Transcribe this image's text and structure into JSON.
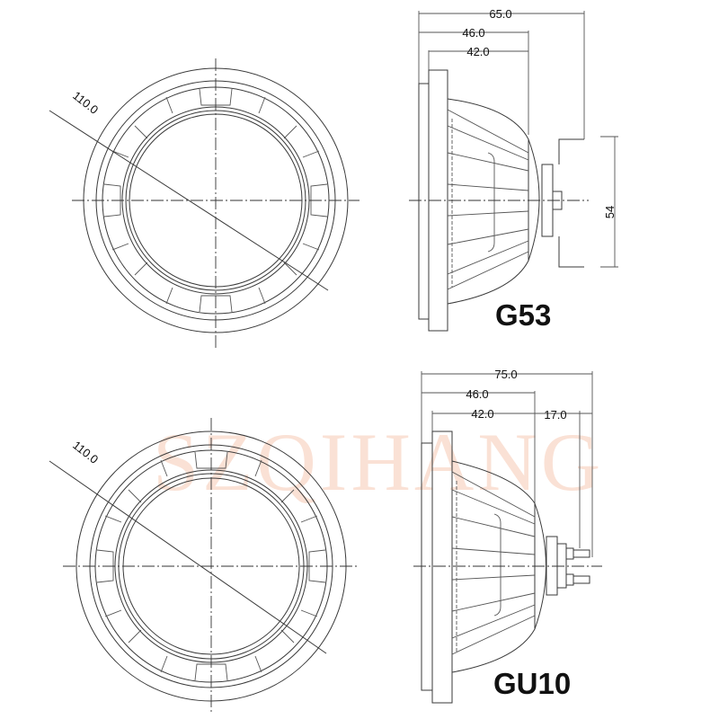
{
  "watermark": "SZQIHANG",
  "drawings": [
    {
      "id": "g53",
      "label": "G53",
      "front_view": {
        "diameter_label": "110.0"
      },
      "side_view": {
        "dims_horizontal": [
          "65.0",
          "46.0",
          "42.0"
        ],
        "dims_vertical": [
          "54"
        ]
      }
    },
    {
      "id": "gu10",
      "label": "GU10",
      "front_view": {
        "diameter_label": "110.0"
      },
      "side_view": {
        "dims_horizontal": [
          "75.0",
          "46.0",
          "42.0",
          "17.0"
        ]
      }
    }
  ]
}
